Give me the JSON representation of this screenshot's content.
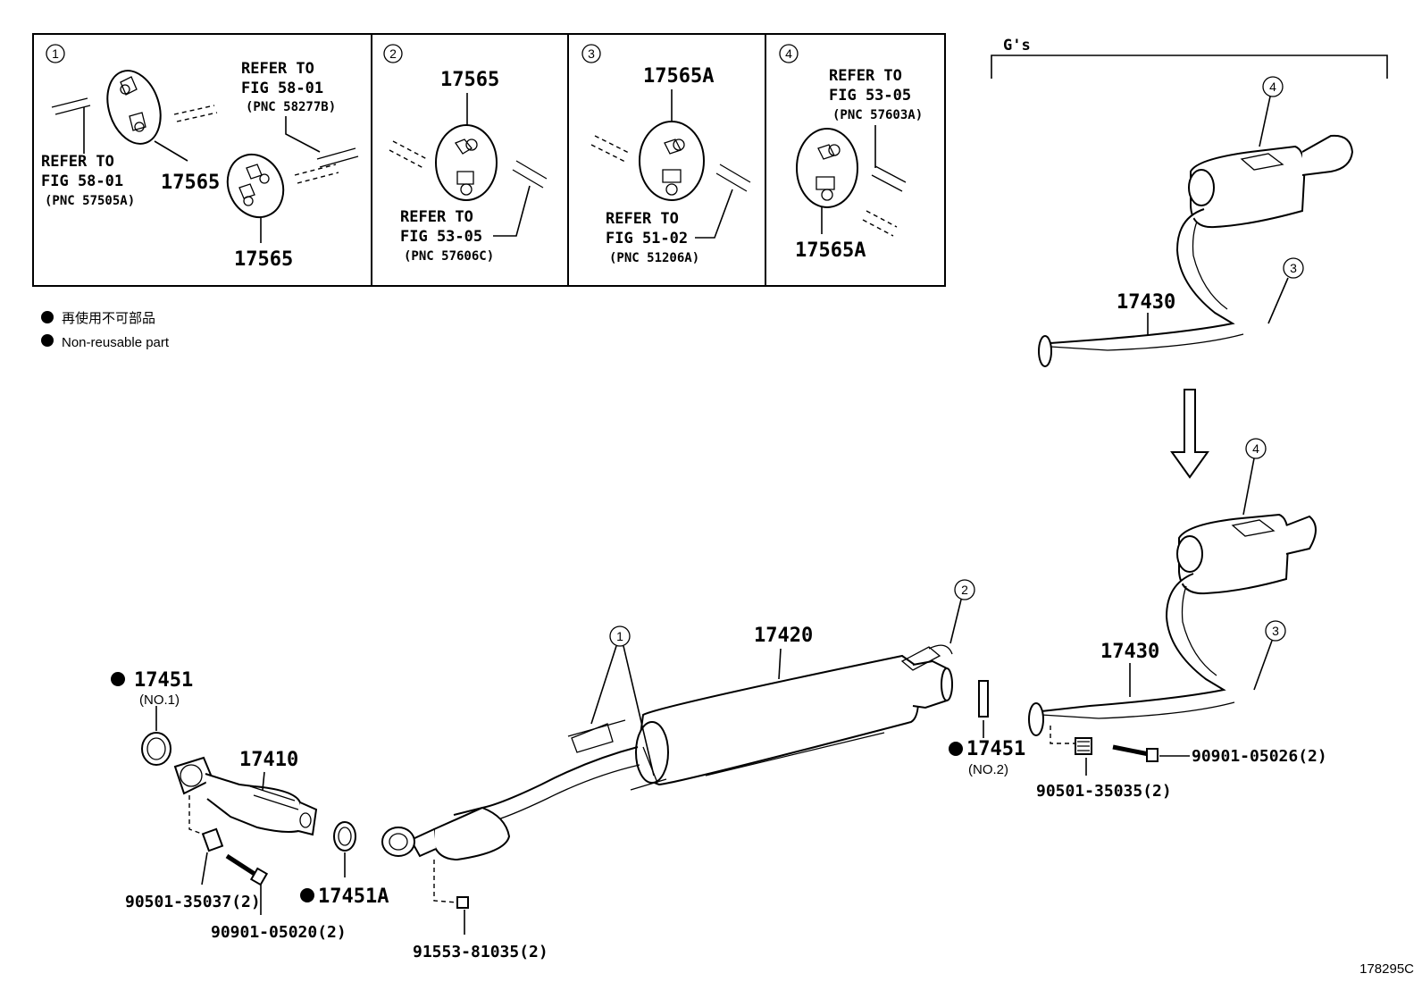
{
  "panels": [
    {
      "num": "1",
      "parts": [
        "17565",
        "17565"
      ],
      "refs": [
        {
          "line1": "REFER TO",
          "line2": "FIG 58-01",
          "pnc": "(PNC 58277B)"
        },
        {
          "line1": "REFER TO",
          "line2": "FIG 58-01",
          "pnc": "(PNC 57505A)"
        }
      ]
    },
    {
      "num": "2",
      "parts": [
        "17565"
      ],
      "refs": [
        {
          "line1": "REFER TO",
          "line2": "FIG 53-05",
          "pnc": "(PNC 57606C)"
        }
      ]
    },
    {
      "num": "3",
      "parts": [
        "17565A"
      ],
      "refs": [
        {
          "line1": "REFER TO",
          "line2": "FIG 51-02",
          "pnc": "(PNC 51206A)"
        }
      ]
    },
    {
      "num": "4",
      "parts": [
        "17565A"
      ],
      "refs": [
        {
          "line1": "REFER TO",
          "line2": "FIG 53-05",
          "pnc": "(PNC 57603A)"
        }
      ]
    }
  ],
  "legend": {
    "japanese": "再使用不可部品",
    "english": "Non-reusable part"
  },
  "gs_label": "G's",
  "callouts": [
    "1",
    "2",
    "3",
    "4"
  ],
  "parts": {
    "p17451_no1": {
      "number": "17451",
      "sub": "(NO.1)"
    },
    "p17410": "17410",
    "p17451a": "17451A",
    "p90501_35037": "90501-35037(2)",
    "p90901_05020": "90901-05020(2)",
    "p91553_81035": "91553-81035(2)",
    "p17420": "17420",
    "p17451_no2": {
      "number": "17451",
      "sub": "(NO.2)"
    },
    "p17430_main": "17430",
    "p17430_gs": "17430",
    "p90901_05026": "90901-05026(2)",
    "p90501_35035": "90501-35035(2)"
  },
  "figure_id": "178295C"
}
